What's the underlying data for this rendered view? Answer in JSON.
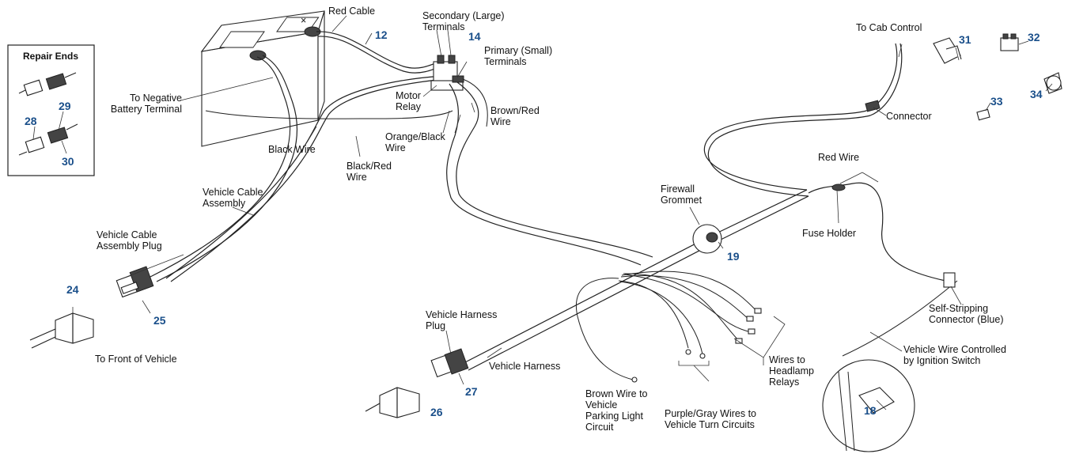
{
  "repair_ends": {
    "title": "Repair Ends",
    "callouts": {
      "c28": "28",
      "c29": "29",
      "c30": "30"
    }
  },
  "labels": {
    "red_cable": "Red Cable",
    "secondary_terminals_1": "Secondary (Large)",
    "secondary_terminals_2": "Terminals",
    "primary_terminals_1": "Primary (Small)",
    "primary_terminals_2": "Terminals",
    "to_negative_1": "To Negative",
    "to_negative_2": "Battery Terminal",
    "motor_relay_1": "Motor",
    "motor_relay_2": "Relay",
    "brown_red_1": "Brown/Red",
    "brown_red_2": "Wire",
    "orange_black_1": "Orange/Black",
    "orange_black_2": "Wire",
    "black_wire": "Black Wire",
    "black_red_1": "Black/Red",
    "black_red_2": "Wire",
    "vehicle_cable_assembly_1": "Vehicle Cable",
    "vehicle_cable_assembly_2": "Assembly",
    "vehicle_cable_plug_1": "Vehicle Cable",
    "vehicle_cable_plug_2": "Assembly Plug",
    "to_front_of_vehicle": "To Front of Vehicle",
    "to_cab_control": "To Cab Control",
    "connector": "Connector",
    "red_wire": "Red Wire",
    "firewall_grommet_1": "Firewall",
    "firewall_grommet_2": "Grommet",
    "fuse_holder": "Fuse Holder",
    "self_stripping_1": "Self-Stripping",
    "self_stripping_2": "Connector (Blue)",
    "vehicle_wire_ignition_1": "Vehicle Wire Controlled",
    "vehicle_wire_ignition_2": "by Ignition Switch",
    "vehicle_harness_plug_1": "Vehicle Harness",
    "vehicle_harness_plug_2": "Plug",
    "vehicle_harness": "Vehicle Harness",
    "brown_wire_1": "Brown Wire to",
    "brown_wire_2": "Vehicle",
    "brown_wire_3": "Parking Light",
    "brown_wire_4": "Circuit",
    "purple_gray_1": "Purple/Gray Wires to",
    "purple_gray_2": "Vehicle Turn Circuits",
    "headlamp_1": "Wires to",
    "headlamp_2": "Headlamp",
    "headlamp_3": "Relays"
  },
  "callouts": {
    "c12": "12",
    "c14": "14",
    "c18": "18",
    "c19": "19",
    "c24": "24",
    "c25": "25",
    "c26": "26",
    "c27": "27",
    "c31": "31",
    "c32": "32",
    "c33": "33",
    "c34": "34"
  },
  "colors": {
    "callout": "#1a4f8a",
    "line": "#222222"
  }
}
